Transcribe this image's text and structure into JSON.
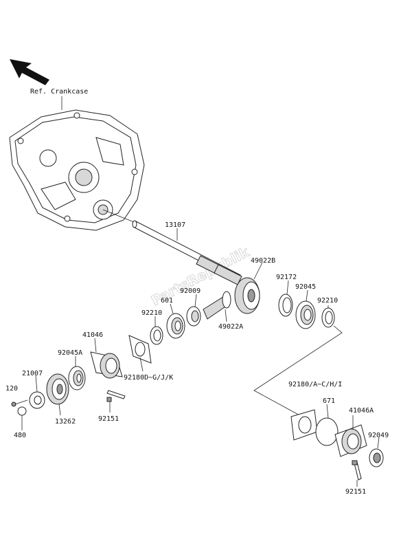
{
  "ref_label": "Ref. Crankcase",
  "watermark": "PartsRepublik",
  "parts": {
    "p13107": "13107",
    "p49022B": "49022B",
    "p92172": "92172",
    "p92045": "92045",
    "p92210a": "92210",
    "p92009": "92009",
    "p601": "601",
    "p92210b": "92210",
    "p49022A": "49022A",
    "p41046": "41046",
    "p92045A": "92045A",
    "p92180D": "92180D~G/J/K",
    "p21007": "21007",
    "p120": "120",
    "p480": "480",
    "p13262": "13262",
    "p92151a": "92151",
    "p92180A": "92180/A~C/H/I",
    "p671": "671",
    "p41046A": "41046A",
    "p92049": "92049",
    "p92151b": "92151"
  }
}
